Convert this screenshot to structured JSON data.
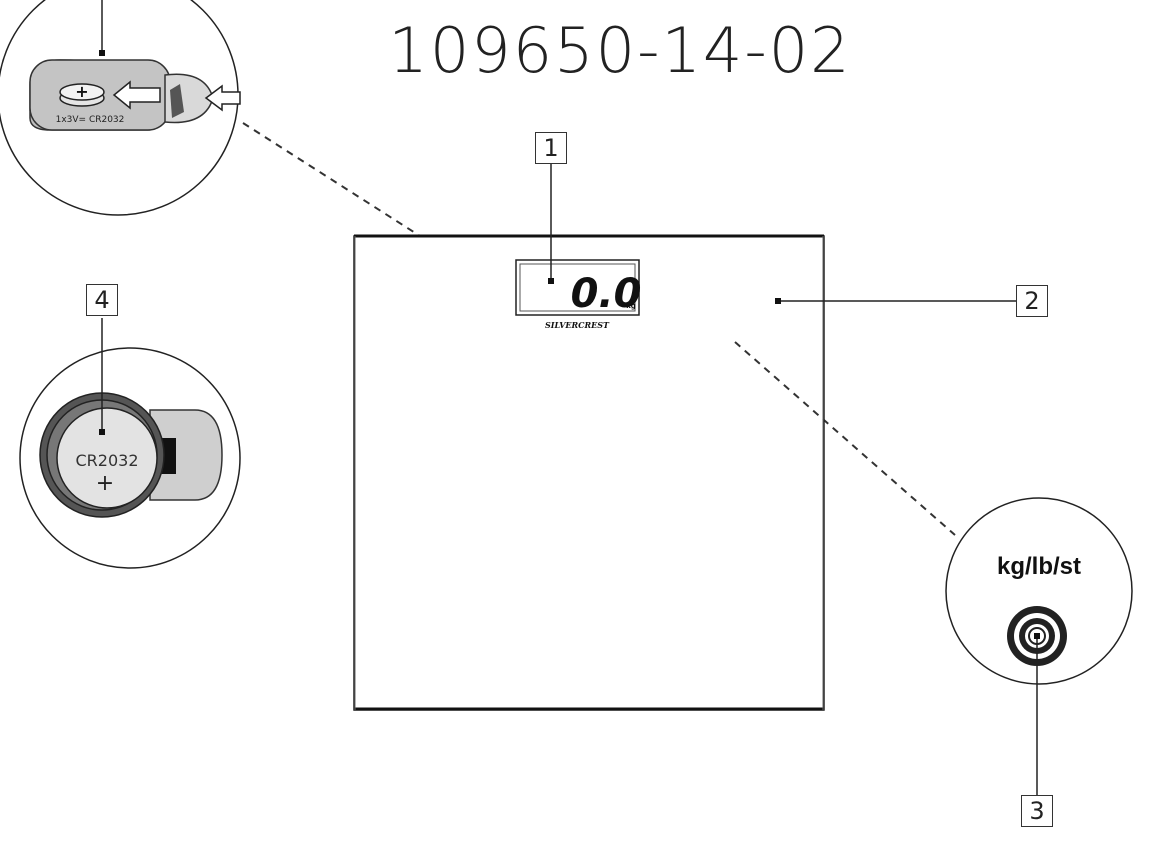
{
  "title": "109650-14-02",
  "callouts": {
    "label_1": "1",
    "label_2": "2",
    "label_3": "3",
    "label_4": "4"
  },
  "display": {
    "reading": "0.0",
    "unit": "kg",
    "brand": "SILVERCREST"
  },
  "detail_unit_button": {
    "label": "kg/lb/st"
  },
  "detail_battery_insert": {
    "marking": "1x3V= CR2032",
    "polarity": "+"
  },
  "detail_battery_compartment": {
    "cell_type": "CR2032",
    "polarity": "+"
  }
}
